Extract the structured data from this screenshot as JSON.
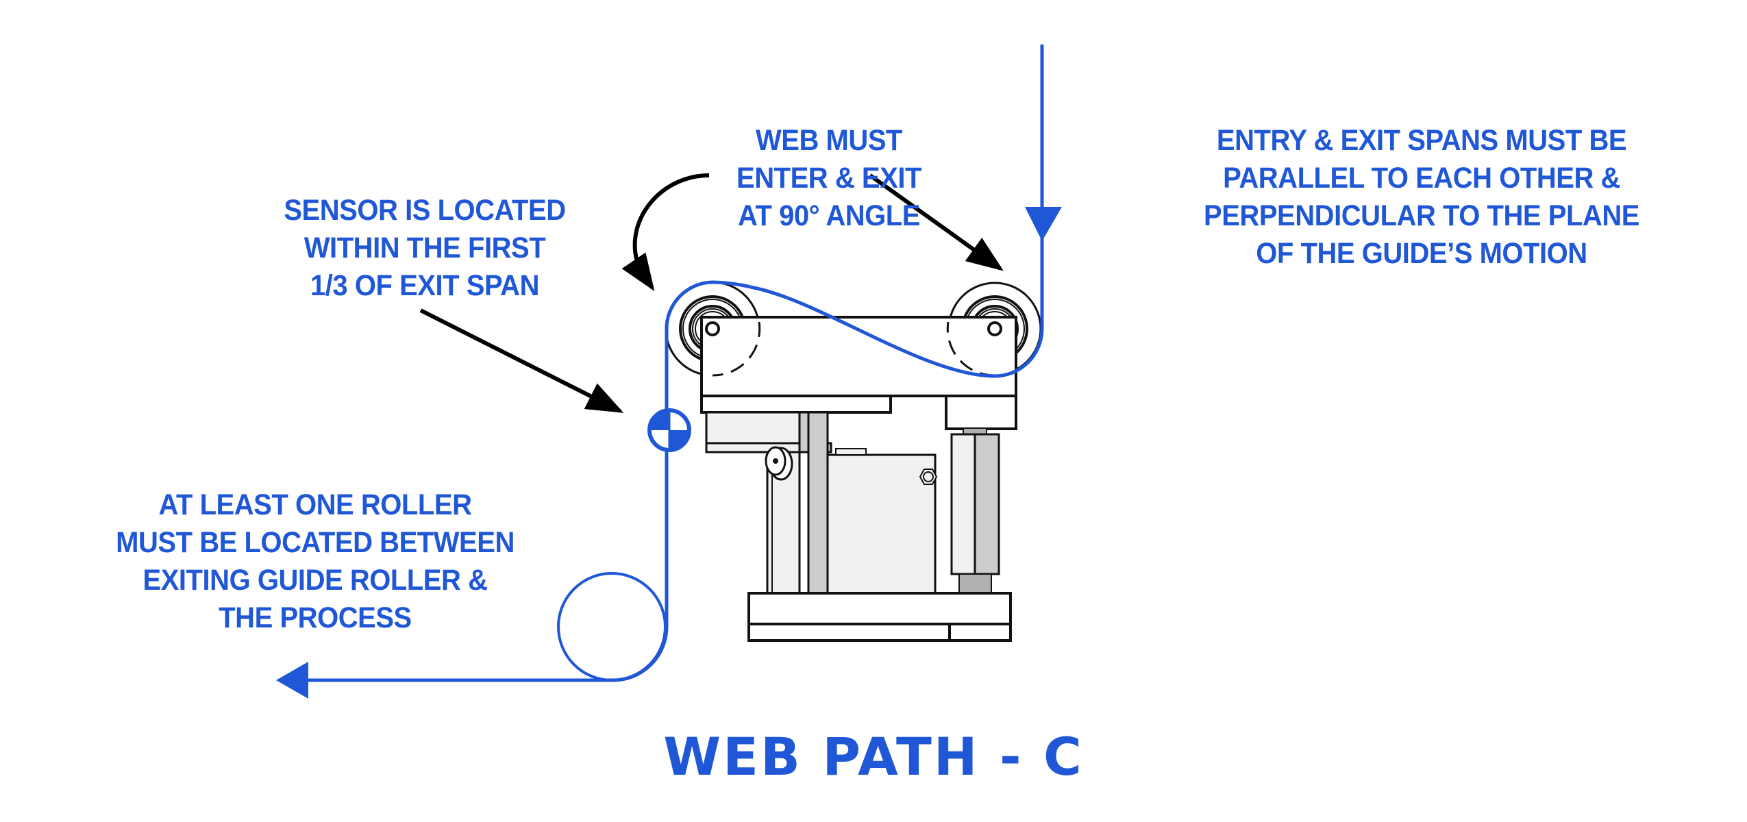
{
  "colors": {
    "web_path": "#1f57d6",
    "annotation_text": "#1f57d6",
    "leader_arrows": "#000000",
    "machine_outline": "#111111",
    "machine_fill_light": "#f1f1f1",
    "machine_fill_mid": "#cccccc",
    "machine_fill_dark": "#b0b0b0"
  },
  "notes": {
    "sensor": {
      "lines": [
        "SENSOR IS LOCATED",
        "WITHIN THE FIRST",
        "1/3 OF EXIT SPAN"
      ]
    },
    "web_angle": {
      "lines": [
        "WEB MUST",
        "ENTER & EXIT",
        "AT 90° ANGLE"
      ]
    },
    "spans": {
      "lines": [
        "ENTRY & EXIT SPANS MUST BE",
        "PARALLEL TO EACH OTHER &",
        "PERPENDICULAR TO THE PLANE",
        "OF THE GUIDE’S MOTION"
      ]
    },
    "roller": {
      "lines": [
        "AT LEAST ONE ROLLER",
        "MUST BE LOCATED BETWEEN",
        "EXITING GUIDE ROLLER &",
        "THE PROCESS"
      ]
    }
  },
  "title": "WEB PATH - C",
  "icons": {
    "sensor": "sensor-target-icon",
    "entry_arrow": "arrow-down-icon",
    "exit_arrow": "arrow-left-icon"
  }
}
